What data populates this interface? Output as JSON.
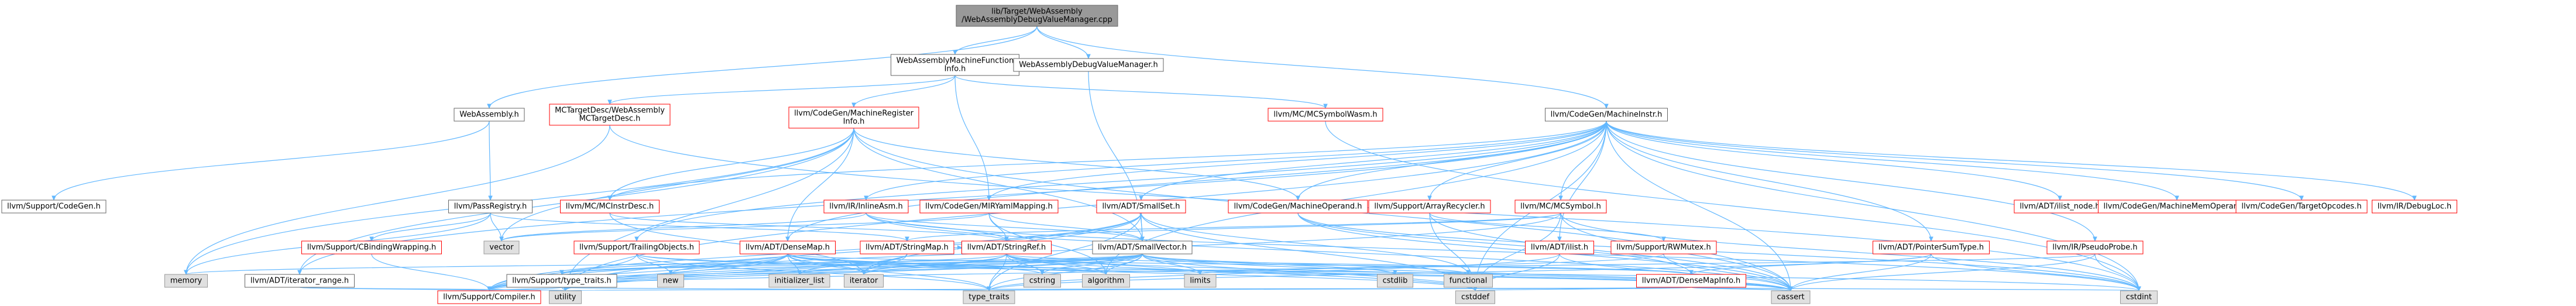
{
  "colors": {
    "edge": "#63b8ff",
    "node_fill": "#ffffff",
    "node_border_linked": "#ff0000",
    "node_border_plain": "#666666",
    "node_fill_unlinked": "#e0e0e0",
    "node_border_unlinked": "#999999",
    "root_fill": "#999999",
    "root_border": "#666666",
    "text": "#000000"
  },
  "nodes": [
    {
      "id": "root",
      "lines": [
        "lib/Target/WebAssembly",
        "/WebAssemblyDebugValueManager.cpp"
      ],
      "style": "root",
      "interactable": true
    },
    {
      "id": "wa_mfi",
      "lines": [
        "WebAssemblyMachineFunction",
        "Info.h"
      ],
      "style": "plain",
      "interactable": true
    },
    {
      "id": "wa_dvm_h",
      "lines": [
        "WebAssemblyDebugValueManager.h"
      ],
      "style": "plain",
      "interactable": true
    },
    {
      "id": "wa_h",
      "lines": [
        "WebAssembly.h"
      ],
      "style": "plain",
      "interactable": true
    },
    {
      "id": "mc_td",
      "lines": [
        "MCTargetDesc/WebAssembly",
        "MCTargetDesc.h"
      ],
      "style": "linked",
      "interactable": true
    },
    {
      "id": "mrinfo",
      "lines": [
        "llvm/CodeGen/MachineRegister",
        "Info.h"
      ],
      "style": "linked",
      "interactable": true
    },
    {
      "id": "mcsw",
      "lines": [
        "llvm/MC/MCSymbolWasm.h"
      ],
      "style": "linked",
      "interactable": true
    },
    {
      "id": "mi",
      "lines": [
        "llvm/CodeGen/MachineInstr.h"
      ],
      "style": "plain",
      "interactable": true
    },
    {
      "id": "codegen",
      "lines": [
        "llvm/Support/CodeGen.h"
      ],
      "style": "plain",
      "interactable": true
    },
    {
      "id": "passreg",
      "lines": [
        "llvm/PassRegistry.h"
      ],
      "style": "plain",
      "interactable": true
    },
    {
      "id": "mcinstr",
      "lines": [
        "llvm/MC/MCInstrDesc.h"
      ],
      "style": "linked",
      "interactable": true
    },
    {
      "id": "inlineasm",
      "lines": [
        "llvm/IR/InlineAsm.h"
      ],
      "style": "linked",
      "interactable": true
    },
    {
      "id": "mirym",
      "lines": [
        "llvm/CodeGen/MIRYamlMapping.h"
      ],
      "style": "linked",
      "interactable": true
    },
    {
      "id": "smallset",
      "lines": [
        "llvm/ADT/SmallSet.h"
      ],
      "style": "linked",
      "interactable": true
    },
    {
      "id": "mop",
      "lines": [
        "llvm/CodeGen/MachineOperand.h"
      ],
      "style": "linked",
      "interactable": true
    },
    {
      "id": "arecycler",
      "lines": [
        "llvm/Support/ArrayRecycler.h"
      ],
      "style": "linked",
      "interactable": true
    },
    {
      "id": "mcsym",
      "lines": [
        "llvm/MC/MCSymbol.h"
      ],
      "style": "linked",
      "interactable": true
    },
    {
      "id": "ilistnode",
      "lines": [
        "llvm/ADT/ilist_node.h"
      ],
      "style": "linked",
      "interactable": true
    },
    {
      "id": "mmo",
      "lines": [
        "llvm/CodeGen/MachineMemOperand.h"
      ],
      "style": "linked",
      "interactable": true
    },
    {
      "id": "tgtop",
      "lines": [
        "llvm/CodeGen/TargetOpcodes.h"
      ],
      "style": "linked",
      "interactable": true
    },
    {
      "id": "debugloc",
      "lines": [
        "llvm/IR/DebugLoc.h"
      ],
      "style": "linked",
      "interactable": true
    },
    {
      "id": "cbw",
      "lines": [
        "llvm/Support/CBindingWrapping.h"
      ],
      "style": "linked",
      "interactable": true
    },
    {
      "id": "vector",
      "lines": [
        "vector"
      ],
      "style": "unlinked",
      "interactable": false
    },
    {
      "id": "tto",
      "lines": [
        "llvm/Support/TrailingObjects.h"
      ],
      "style": "linked",
      "interactable": true
    },
    {
      "id": "densemap",
      "lines": [
        "llvm/ADT/DenseMap.h"
      ],
      "style": "linked",
      "interactable": true
    },
    {
      "id": "strmap",
      "lines": [
        "llvm/ADT/StringMap.h"
      ],
      "style": "linked",
      "interactable": true
    },
    {
      "id": "strref",
      "lines": [
        "llvm/ADT/StringRef.h"
      ],
      "style": "linked",
      "interactable": true
    },
    {
      "id": "smallvec",
      "lines": [
        "llvm/ADT/SmallVector.h"
      ],
      "style": "plain",
      "interactable": true
    },
    {
      "id": "ilist",
      "lines": [
        "llvm/ADT/ilist.h"
      ],
      "style": "linked",
      "interactable": true
    },
    {
      "id": "rwmutex",
      "lines": [
        "llvm/Support/RWMutex.h"
      ],
      "style": "linked",
      "interactable": true
    },
    {
      "id": "ptrsum",
      "lines": [
        "llvm/ADT/PointerSumType.h"
      ],
      "style": "linked",
      "interactable": true
    },
    {
      "id": "pseudoprobe",
      "lines": [
        "llvm/IR/PseudoProbe.h"
      ],
      "style": "linked",
      "interactable": true
    },
    {
      "id": "memory",
      "lines": [
        "memory"
      ],
      "style": "unlinked",
      "interactable": false
    },
    {
      "id": "itrange",
      "lines": [
        "llvm/ADT/iterator_range.h"
      ],
      "style": "plain",
      "interactable": true
    },
    {
      "id": "typetraits_h",
      "lines": [
        "llvm/Support/type_traits.h"
      ],
      "style": "plain",
      "interactable": true
    },
    {
      "id": "new",
      "lines": [
        "new"
      ],
      "style": "unlinked",
      "interactable": false
    },
    {
      "id": "initlist",
      "lines": [
        "initializer_list"
      ],
      "style": "unlinked",
      "interactable": false
    },
    {
      "id": "iterator",
      "lines": [
        "iterator"
      ],
      "style": "unlinked",
      "interactable": false
    },
    {
      "id": "cstring",
      "lines": [
        "cstring"
      ],
      "style": "unlinked",
      "interactable": false
    },
    {
      "id": "algorithm",
      "lines": [
        "algorithm"
      ],
      "style": "unlinked",
      "interactable": false
    },
    {
      "id": "limits",
      "lines": [
        "limits"
      ],
      "style": "unlinked",
      "interactable": false
    },
    {
      "id": "cstdlib",
      "lines": [
        "cstdlib"
      ],
      "style": "unlinked",
      "interactable": false
    },
    {
      "id": "functional",
      "lines": [
        "functional"
      ],
      "style": "unlinked",
      "interactable": false
    },
    {
      "id": "dmi",
      "lines": [
        "llvm/ADT/DenseMapInfo.h"
      ],
      "style": "linked",
      "interactable": true
    },
    {
      "id": "compiler",
      "lines": [
        "llvm/Support/Compiler.h"
      ],
      "style": "linked",
      "interactable": true
    },
    {
      "id": "utility",
      "lines": [
        "utility"
      ],
      "style": "unlinked",
      "interactable": false
    },
    {
      "id": "type_traits",
      "lines": [
        "type_traits"
      ],
      "style": "unlinked",
      "interactable": false
    },
    {
      "id": "cstddef",
      "lines": [
        "cstddef"
      ],
      "style": "unlinked",
      "interactable": false
    },
    {
      "id": "cassert",
      "lines": [
        "cassert"
      ],
      "style": "unlinked",
      "interactable": false
    },
    {
      "id": "cstdint",
      "lines": [
        "cstdint"
      ],
      "style": "unlinked",
      "interactable": false
    }
  ],
  "edges": [
    [
      "root",
      "wa_mfi"
    ],
    [
      "root",
      "wa_dvm_h"
    ],
    [
      "root",
      "wa_h"
    ],
    [
      "root",
      "mi"
    ],
    [
      "wa_mfi",
      "mc_td"
    ],
    [
      "wa_mfi",
      "mrinfo"
    ],
    [
      "wa_mfi",
      "mcsw"
    ],
    [
      "wa_mfi",
      "mirym"
    ],
    [
      "wa_dvm_h",
      "smallvec"
    ],
    [
      "wa_h",
      "codegen"
    ],
    [
      "wa_h",
      "passreg"
    ],
    [
      "passreg",
      "cbw"
    ],
    [
      "passreg",
      "vector"
    ],
    [
      "passreg",
      "strmap"
    ],
    [
      "passreg",
      "memory"
    ],
    [
      "mrinfo",
      "mcinstr"
    ],
    [
      "mrinfo",
      "densemap"
    ],
    [
      "mrinfo",
      "smallvec"
    ],
    [
      "mrinfo",
      "mop"
    ],
    [
      "mrinfo",
      "itrange"
    ],
    [
      "mrinfo",
      "vector"
    ],
    [
      "mrinfo",
      "memory"
    ],
    [
      "mrinfo",
      "utility"
    ],
    [
      "mrinfo",
      "cassert"
    ],
    [
      "mi",
      "inlineasm"
    ],
    [
      "mi",
      "mirym"
    ],
    [
      "mi",
      "smallset"
    ],
    [
      "mi",
      "mop"
    ],
    [
      "mi",
      "arecycler"
    ],
    [
      "mi",
      "mcsym"
    ],
    [
      "mi",
      "ilistnode"
    ],
    [
      "mi",
      "mmo"
    ],
    [
      "mi",
      "tgtop"
    ],
    [
      "mi",
      "debugloc"
    ],
    [
      "mi",
      "densemap"
    ],
    [
      "mi",
      "ptrsum"
    ],
    [
      "mi",
      "pseudoprobe"
    ],
    [
      "mi",
      "itrange"
    ],
    [
      "mi",
      "tto"
    ],
    [
      "mi",
      "algorithm"
    ],
    [
      "mi",
      "cassert"
    ],
    [
      "mi",
      "cstddef"
    ],
    [
      "mi",
      "cstdint"
    ],
    [
      "mi",
      "utility"
    ],
    [
      "mi",
      "ilist"
    ],
    [
      "mi",
      "mcinstr"
    ],
    [
      "smallset",
      "smallvec"
    ],
    [
      "smallset",
      "iterator"
    ],
    [
      "smallset",
      "functional"
    ],
    [
      "smallset",
      "compiler"
    ],
    [
      "smallset",
      "type_traits"
    ],
    [
      "smallset",
      "utility"
    ],
    [
      "smallset",
      "cstddef"
    ],
    [
      "mcsym",
      "strmap"
    ],
    [
      "mcsym",
      "strref"
    ],
    [
      "mcsym",
      "cstddef"
    ],
    [
      "mcsym",
      "cstdint"
    ],
    [
      "mcsym",
      "cassert"
    ],
    [
      "mcsym",
      "compiler"
    ],
    [
      "strmap",
      "strref"
    ],
    [
      "strmap",
      "iterator"
    ],
    [
      "strmap",
      "initlist"
    ],
    [
      "strmap",
      "utility"
    ],
    [
      "strmap",
      "compiler"
    ],
    [
      "strref",
      "compiler"
    ],
    [
      "strref",
      "algorithm"
    ],
    [
      "strref",
      "cassert"
    ],
    [
      "strref",
      "cstddef"
    ],
    [
      "strref",
      "cstring"
    ],
    [
      "strref",
      "iterator"
    ],
    [
      "strref",
      "limits"
    ],
    [
      "strref",
      "type_traits"
    ],
    [
      "strref",
      "utility"
    ],
    [
      "strref",
      "dmi"
    ],
    [
      "strref",
      "typetraits_h"
    ],
    [
      "smallvec",
      "compiler"
    ],
    [
      "smallvec",
      "algorithm"
    ],
    [
      "smallvec",
      "cassert"
    ],
    [
      "smallvec",
      "cstddef"
    ],
    [
      "smallvec",
      "cstdlib"
    ],
    [
      "smallvec",
      "cstring"
    ],
    [
      "smallvec",
      "functional"
    ],
    [
      "smallvec",
      "initlist"
    ],
    [
      "smallvec",
      "iterator"
    ],
    [
      "smallvec",
      "limits"
    ],
    [
      "smallvec",
      "memory"
    ],
    [
      "smallvec",
      "new"
    ],
    [
      "smallvec",
      "type_traits"
    ],
    [
      "smallvec",
      "utility"
    ],
    [
      "smallvec",
      "typetraits_h"
    ],
    [
      "densemap",
      "dmi"
    ],
    [
      "densemap",
      "compiler"
    ],
    [
      "densemap",
      "typetraits_h"
    ],
    [
      "densemap",
      "algorithm"
    ],
    [
      "densemap",
      "cassert"
    ],
    [
      "densemap",
      "cstddef"
    ],
    [
      "densemap",
      "cstring"
    ],
    [
      "densemap",
      "initlist"
    ],
    [
      "densemap",
      "iterator"
    ],
    [
      "densemap",
      "new"
    ],
    [
      "densemap",
      "type_traits"
    ],
    [
      "densemap",
      "utility"
    ],
    [
      "dmi",
      "cassert"
    ],
    [
      "dmi",
      "cstddef"
    ],
    [
      "dmi",
      "cstdint"
    ],
    [
      "dmi",
      "utility"
    ],
    [
      "dmi",
      "type_traits"
    ],
    [
      "typetraits_h",
      "compiler"
    ],
    [
      "typetraits_h",
      "type_traits"
    ],
    [
      "typetraits_h",
      "utility"
    ],
    [
      "itrange",
      "utility"
    ],
    [
      "itrange",
      "compiler"
    ],
    [
      "ilist",
      "cassert"
    ],
    [
      "ilist",
      "cstddef"
    ],
    [
      "ilist",
      "type_traits"
    ],
    [
      "rwmutex",
      "compiler"
    ],
    [
      "rwmutex",
      "cassert"
    ],
    [
      "ptrsum",
      "dmi"
    ],
    [
      "ptrsum",
      "cassert"
    ],
    [
      "ptrsum",
      "cstdint"
    ],
    [
      "ptrsum",
      "type_traits"
    ],
    [
      "pseudoprobe",
      "cassert"
    ],
    [
      "pseudoprobe",
      "cstdint"
    ],
    [
      "pseudoprobe",
      "limits"
    ],
    [
      "tto",
      "compiler"
    ],
    [
      "tto",
      "type_traits"
    ],
    [
      "tto",
      "new"
    ],
    [
      "tto",
      "cassert"
    ],
    [
      "tto",
      "cstdint"
    ],
    [
      "cbw",
      "compiler"
    ],
    [
      "mop",
      "dmi"
    ],
    [
      "mop",
      "cassert"
    ],
    [
      "mop",
      "cstdint"
    ],
    [
      "arecycler",
      "rwmutex"
    ],
    [
      "arecycler",
      "cassert"
    ],
    [
      "arecycler",
      "cstddef"
    ],
    [
      "mcinstr",
      "strref"
    ],
    [
      "mcinstr",
      "iterator"
    ],
    [
      "inlineasm",
      "strref"
    ],
    [
      "inlineasm",
      "smallvec"
    ],
    [
      "inlineasm",
      "cassert"
    ],
    [
      "inlineasm",
      "cstdint"
    ],
    [
      "inlineasm",
      "vector"
    ],
    [
      "mirym",
      "smallvec"
    ],
    [
      "mirym",
      "strref"
    ],
    [
      "mirym",
      "vector"
    ],
    [
      "mirym",
      "algorithm"
    ],
    [
      "mc_td",
      "memory"
    ],
    [
      "mc_td",
      "cstdint"
    ],
    [
      "mcsw",
      "cstdint"
    ]
  ]
}
